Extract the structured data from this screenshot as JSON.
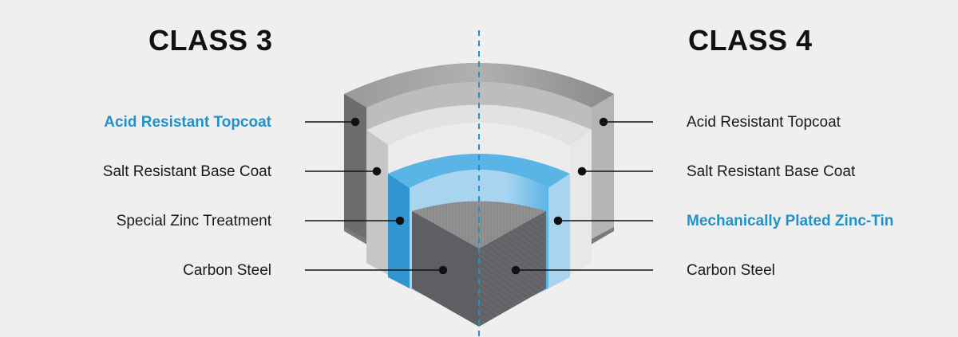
{
  "left": {
    "title": "CLASS 3",
    "labels": [
      {
        "text": "Acid Resistant Topcoat",
        "highlight": true
      },
      {
        "text": "Salt Resistant Base Coat",
        "highlight": false
      },
      {
        "text": "Special Zinc Treatment",
        "highlight": false
      },
      {
        "text": "Carbon Steel",
        "highlight": false
      }
    ]
  },
  "right": {
    "title": "CLASS 4",
    "labels": [
      {
        "text": "Acid Resistant Topcoat",
        "highlight": false
      },
      {
        "text": "Salt Resistant Base Coat",
        "highlight": false
      },
      {
        "text": "Mechanically Plated Zinc-Tin",
        "highlight": true
      },
      {
        "text": "Carbon Steel",
        "highlight": false
      }
    ]
  },
  "colors": {
    "highlight": "#1f93c9",
    "background": "#efefef",
    "divider": "#1f93c9"
  }
}
